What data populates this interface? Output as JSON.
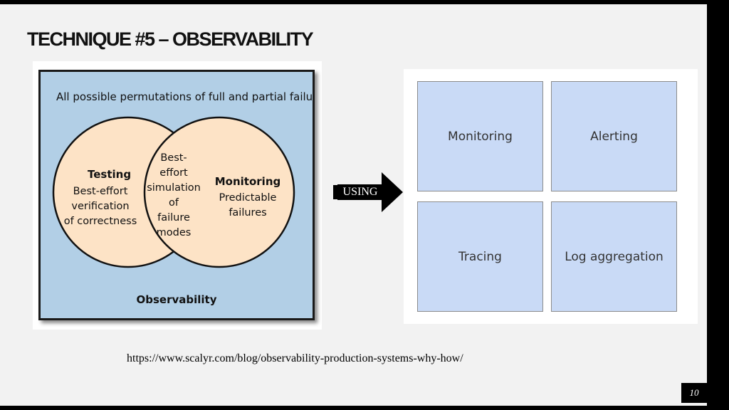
{
  "title": "TECHNIQUE #5 – OBSERVABILITY",
  "venn": {
    "heading": "All possible permutations of full and partial failure",
    "left": {
      "title": "Testing",
      "lines": [
        "Best-effort",
        "verification",
        "of correctness"
      ]
    },
    "overlap": {
      "lines": [
        "Best-",
        "effort",
        "simulation",
        "of",
        "failure",
        "modes"
      ]
    },
    "right": {
      "title": "Monitoring",
      "lines": [
        "Predictable",
        "failures"
      ]
    },
    "footer": "Observability"
  },
  "arrow_label": "USING",
  "tiles": [
    "Monitoring",
    "Alerting",
    "Tracing",
    "Log aggregation"
  ],
  "url": "https://www.scalyr.com/blog/observability-production-systems-why-how/",
  "page_number": "10",
  "colors": {
    "venn_background": "#b2cfe6",
    "circle_fill": "#fde3c6",
    "tile_fill": "#c9daf6"
  }
}
